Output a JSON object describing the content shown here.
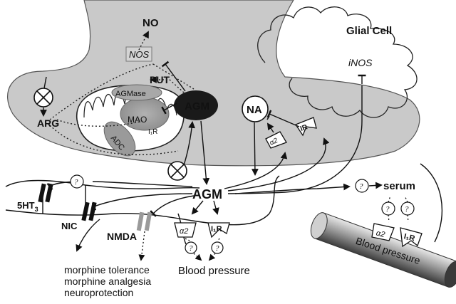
{
  "colors": {
    "cell_fill": "#c9c9c9",
    "cell_stroke": "#555555",
    "ink": "#111111",
    "agm_fill": "#1a1a1a",
    "organelle_fill": "#9a9a9a",
    "pipe_mid": "#b5b5b5"
  },
  "labels": {
    "no": "NO",
    "nos": "NOS",
    "put": "PUT",
    "agmase": "AGMase",
    "mao": "MAO",
    "ir_inner": "I₁R",
    "adc": "ADC",
    "arg": "ARG",
    "agm_inner": "AGM",
    "na": "NA",
    "glial_cell": "Glial Cell",
    "inos": "iNOS",
    "alpha2": "α2",
    "ir_receptor": "IR",
    "agm_outer": "AGM",
    "serum": "serum",
    "ht3_main": "5HT",
    "ht3_sub": "3",
    "nic": "NIC",
    "nmda": "NMDA",
    "alpha2_outer": "α2",
    "i1r_outer": "I₁R",
    "blood_pressure_left": "Blood pressure",
    "effect_1": "morphine tolerance",
    "effect_2": "morphine analgesia",
    "effect_3": "neuroprotection",
    "question": "?",
    "alpha2_vessel": "α2",
    "i1r_vessel": "I₁R",
    "blood_pressure_right": "Blood pressure"
  }
}
